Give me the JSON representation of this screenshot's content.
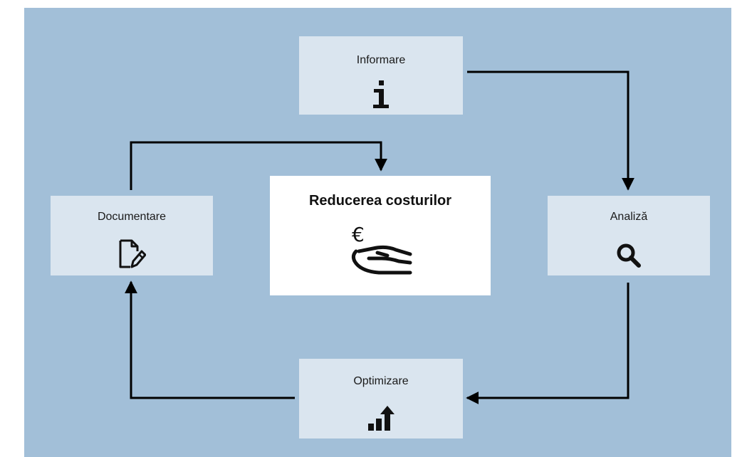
{
  "diagram": {
    "center": {
      "title": "Reducerea costurilor",
      "icon": "euro-hand-icon"
    },
    "steps": [
      {
        "label": "Informare",
        "icon": "info-icon"
      },
      {
        "label": "Analiză",
        "icon": "magnifier-icon"
      },
      {
        "label": "Optimizare",
        "icon": "bar-chart-up-icon"
      },
      {
        "label": "Documentare",
        "icon": "document-edit-icon"
      }
    ]
  },
  "colors": {
    "panel_bg": "#a2bfd8",
    "box_bg": "#dae5ef",
    "center_bg": "#ffffff",
    "arrow": "#000000"
  }
}
